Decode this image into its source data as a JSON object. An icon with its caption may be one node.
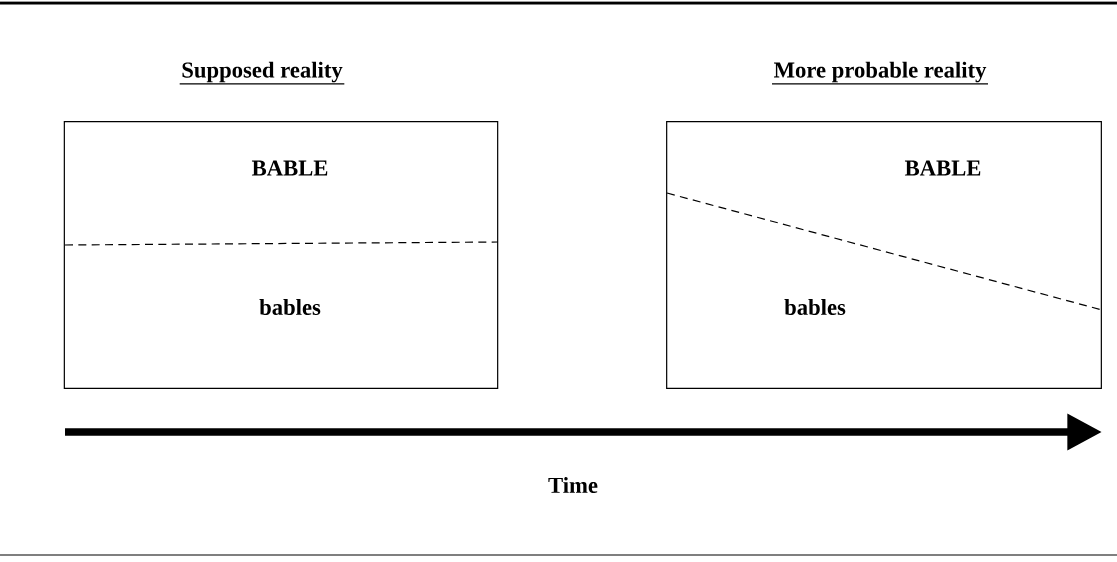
{
  "diagram": {
    "nodes": [
      {
        "text": [
          "BABLE",
          "bables"
        ]
      },
      {
        "text": [
          "BABLE",
          "bables"
        ]
      }
    ],
    "labels": [
      "Supposed reality",
      "More probable reality",
      "Time"
    ]
  }
}
